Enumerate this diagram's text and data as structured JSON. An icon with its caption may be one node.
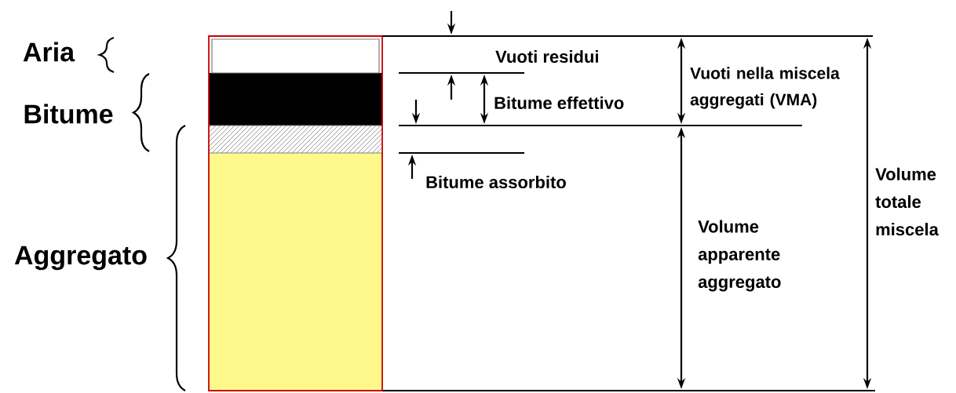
{
  "diagram": {
    "labels": [
      "Aria",
      "Vuoti residui",
      "Vuoti nella miscela aggregati (VMA)",
      "Bitume",
      "Bitume effettivo",
      "Bitume assorbito",
      "Volume totale miscela",
      "Aggregato",
      "Volume apparente aggregato"
    ]
  }
}
